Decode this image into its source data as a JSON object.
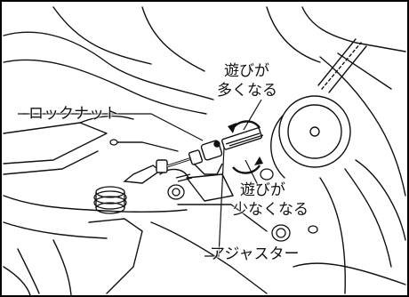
{
  "labels": {
    "more_play_line1": "遊びが",
    "more_play_line2": "多くなる",
    "lock_nut": "ロックナット",
    "less_play_line1": "遊びが",
    "less_play_line2": "少なくなる",
    "adjuster": "アジャスター"
  },
  "colors": {
    "ink": "#111111",
    "paper": "#ffffff",
    "border": "#000000",
    "fill_light": "#f3f3f3"
  }
}
